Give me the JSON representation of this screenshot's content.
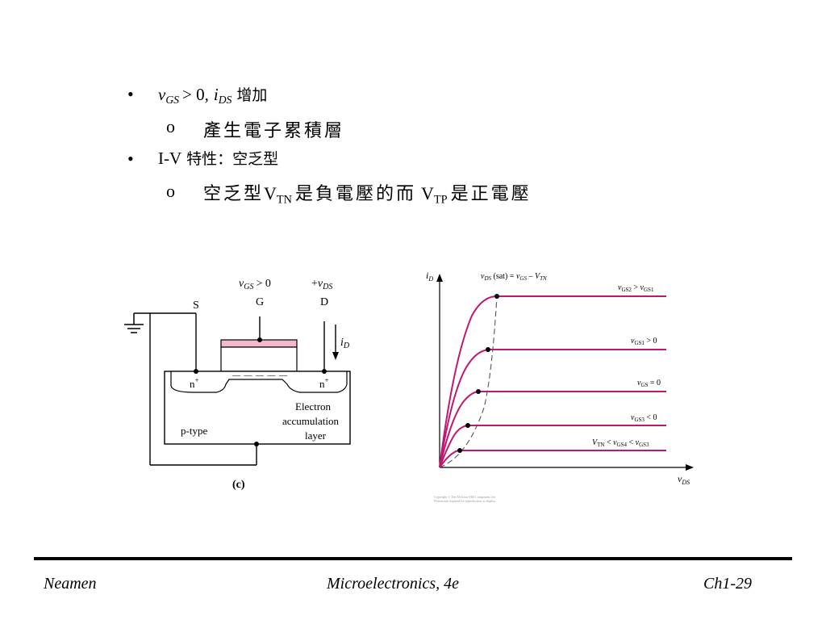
{
  "bullets": {
    "b1": {
      "v": "v",
      "v_sub": "GS",
      "gt": "> 0,",
      "i": "i",
      "i_sub": "DS",
      "tail": "增加"
    },
    "b1_sub": "產生電子累積層",
    "b2": {
      "lead": "I-V",
      "tail": "特性：空乏型"
    },
    "b2_sub": {
      "a": "空乏型",
      "v1": "V",
      "v1_sub": "TN",
      "b": "是負電壓的而",
      "v2": "V",
      "v2_sub": "TP",
      "c": "是正電壓"
    },
    "bullet_char": "•",
    "sub_char": "o"
  },
  "circuit": {
    "gate_bias": "v",
    "gate_bias_sub": "GS",
    "gate_bias_tail": "> 0",
    "drain_bias_plus": "+",
    "drain_bias": "v",
    "drain_bias_sub": "DS",
    "terminal_s": "S",
    "terminal_g": "G",
    "terminal_d": "D",
    "current": "i",
    "current_sub": "D",
    "n_plus": "n",
    "plus": "+",
    "dashes": "— — — — —",
    "electron1": "Electron",
    "electron2": "accumulation",
    "electron3": "layer",
    "substrate": "p-type",
    "caption": "(c)"
  },
  "graph": {
    "y_axis": "i",
    "y_axis_sub": "D",
    "x_axis": "v",
    "x_axis_sub": "DS",
    "sat_a": "v",
    "sat_a_sub": "DS",
    "sat_b": " (sat) = ",
    "sat_c": "v",
    "sat_c_sub": "GS",
    "sat_d": " – ",
    "sat_e": "V",
    "sat_e_sub": "TN",
    "curve_color": "#c0186e",
    "label1": {
      "a": "v",
      "a_sub": "GS2",
      "b": " > ",
      "c": "v",
      "c_sub": "GS1"
    },
    "label2": {
      "a": "v",
      "a_sub": "GS1",
      "b": " > 0"
    },
    "label3": {
      "a": "v",
      "a_sub": "GS",
      "b": " = 0"
    },
    "label4": {
      "a": "v",
      "a_sub": "GS3",
      "b": " < 0"
    },
    "label5": {
      "a": "V",
      "a_sub": "TN",
      "b": " < ",
      "c": "v",
      "c_sub": "GS4",
      "d": " < ",
      "e": "v",
      "e_sub": "GS3"
    },
    "copyright1": "Copyright © The McGraw-Hill Companies, Inc.",
    "copyright2": "Permission required for reproduction or display."
  },
  "footer": {
    "left": "Neamen",
    "center": "Microelectronics, 4e",
    "right": "Ch1-29"
  }
}
